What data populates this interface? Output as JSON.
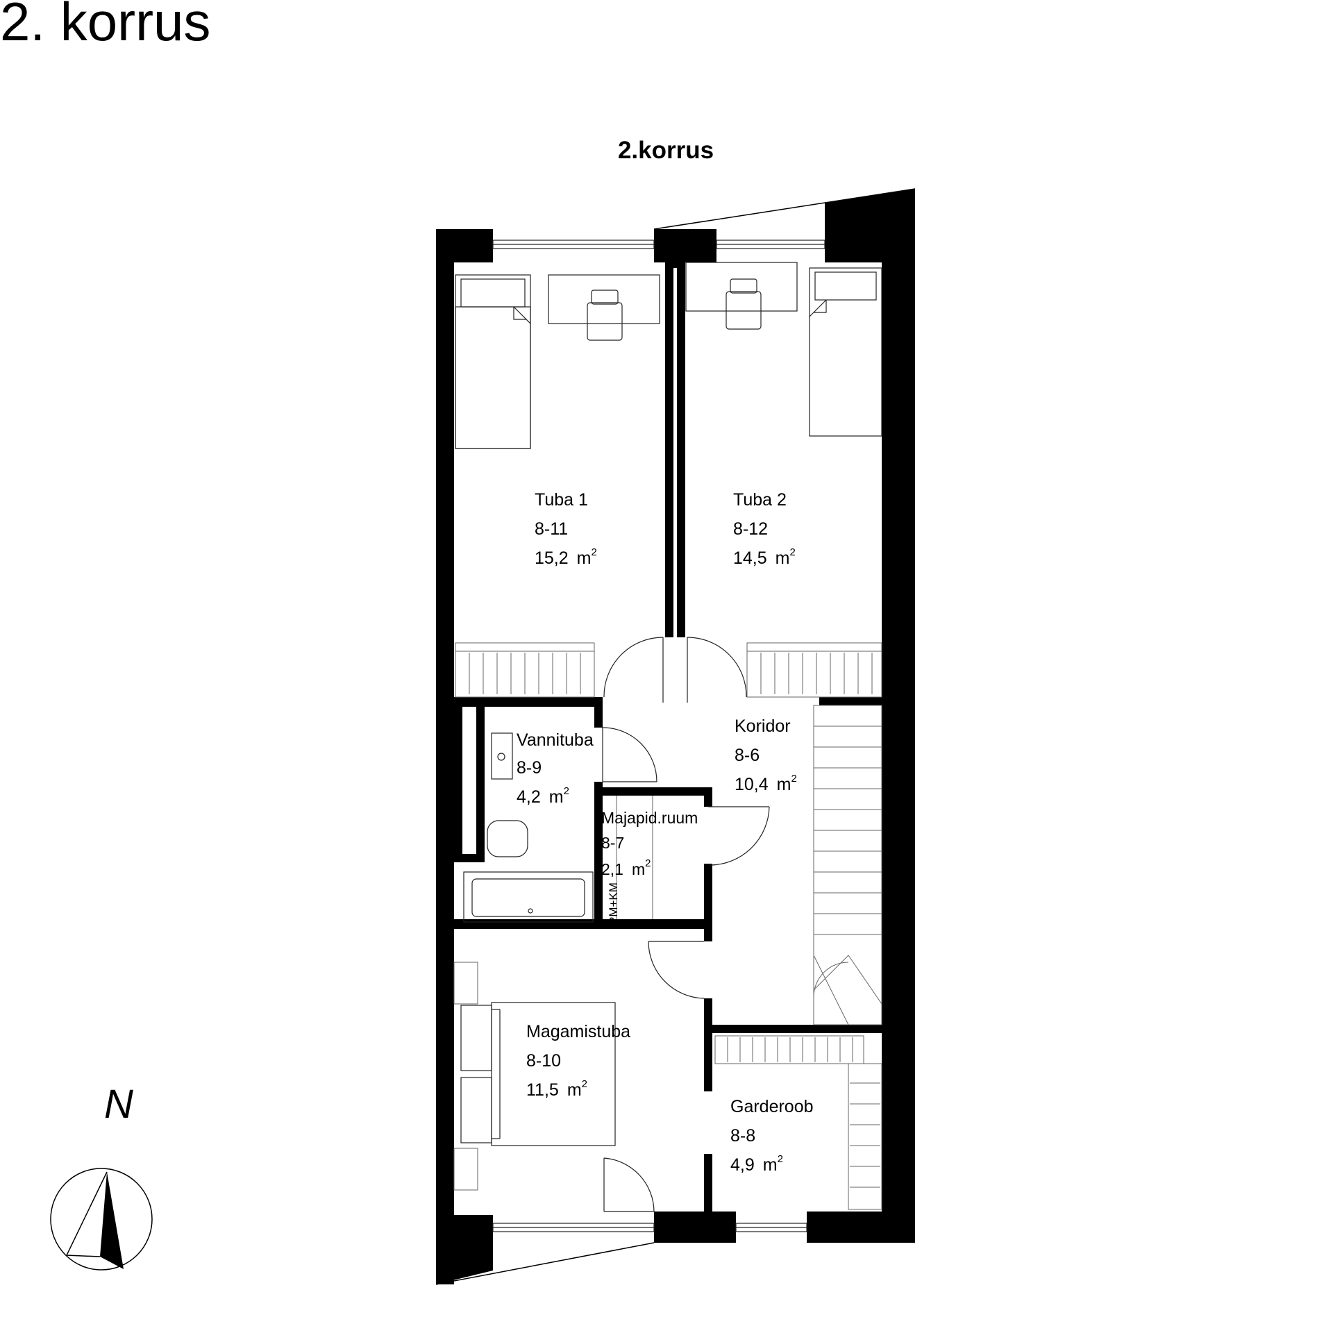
{
  "page_title": "2. korrus",
  "plan_title": "2.korrus",
  "north_label": "N",
  "area_unit": "m",
  "area_exp": "2",
  "service_label": "PM+KM",
  "rooms": [
    {
      "name": "Tuba 1",
      "number": "8-11",
      "area": "15,2"
    },
    {
      "name": "Tuba 2",
      "number": "8-12",
      "area": "14,5"
    },
    {
      "name": "Vannituba",
      "number": "8-9",
      "area": "4,2"
    },
    {
      "name": "Koridor",
      "number": "8-6",
      "area": "10,4"
    },
    {
      "name": "Majapid.ruum",
      "number": "8-7",
      "area": "2,1"
    },
    {
      "name": "Magamistuba",
      "number": "8-10",
      "area": "11,5"
    },
    {
      "name": "Garderoob",
      "number": "8-8",
      "area": "4,9"
    }
  ]
}
